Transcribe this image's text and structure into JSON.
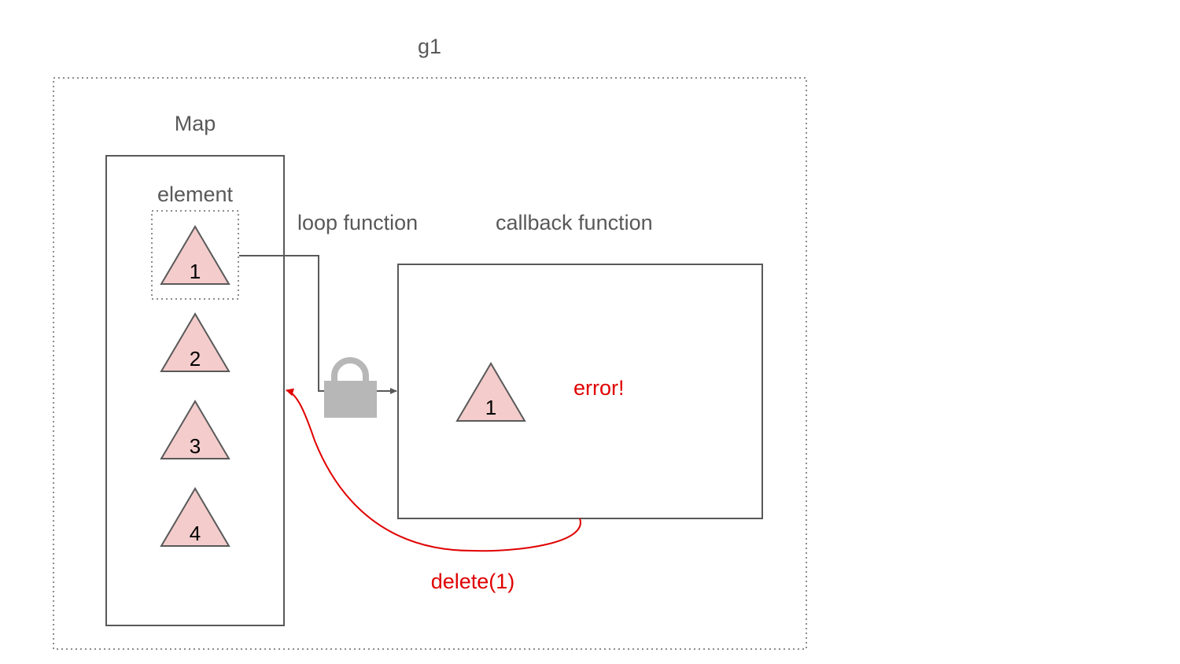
{
  "group_label": "g1",
  "map_label": "Map",
  "element_label": "element",
  "loop_label": "loop function",
  "callback_label": "callback function",
  "map_items": [
    "1",
    "2",
    "3",
    "4"
  ],
  "callback_item": "1",
  "error_text": "error!",
  "delete_text": "delete(1)",
  "lock_icon": "lock-icon",
  "colors": {
    "triangle_fill": "#f4cccc",
    "triangle_stroke": "#595959",
    "box_stroke": "#595959",
    "error_red": "#e00000",
    "lock_gray": "#b7b7b7"
  }
}
